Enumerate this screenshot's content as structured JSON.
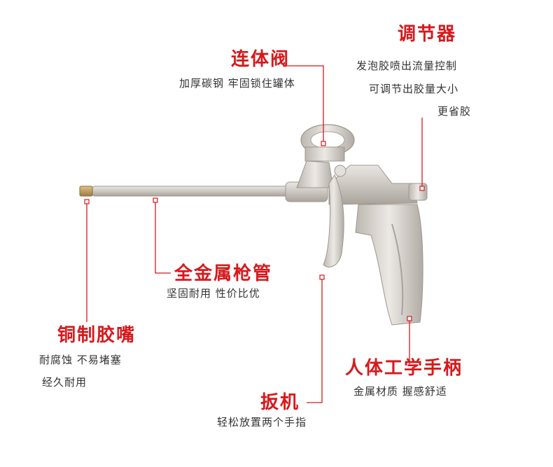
{
  "callouts": {
    "valve": {
      "title": "连体阀",
      "desc": "加厚碳钢  牢固锁住罐体"
    },
    "regulator": {
      "title": "调节器",
      "desc_lines": [
        "发泡胶喷出流量控制",
        "可调节出胶量大小",
        "更省胶"
      ]
    },
    "barrel": {
      "title": "全金属枪管",
      "desc": "坚固耐用 性价比优"
    },
    "nozzle": {
      "title": "铜制胶嘴",
      "desc_lines": [
        "耐腐蚀  不易堵塞",
        "经久耐用"
      ]
    },
    "handle": {
      "title": "人体工学手柄",
      "desc": "金属材质  握感舒适"
    },
    "trigger": {
      "title": "扳机",
      "desc": "轻松放置两个手指"
    }
  },
  "colors": {
    "accent": "#d7191c",
    "text": "#333333",
    "metal": "#c9c4bf",
    "brass": "#b8935a"
  }
}
